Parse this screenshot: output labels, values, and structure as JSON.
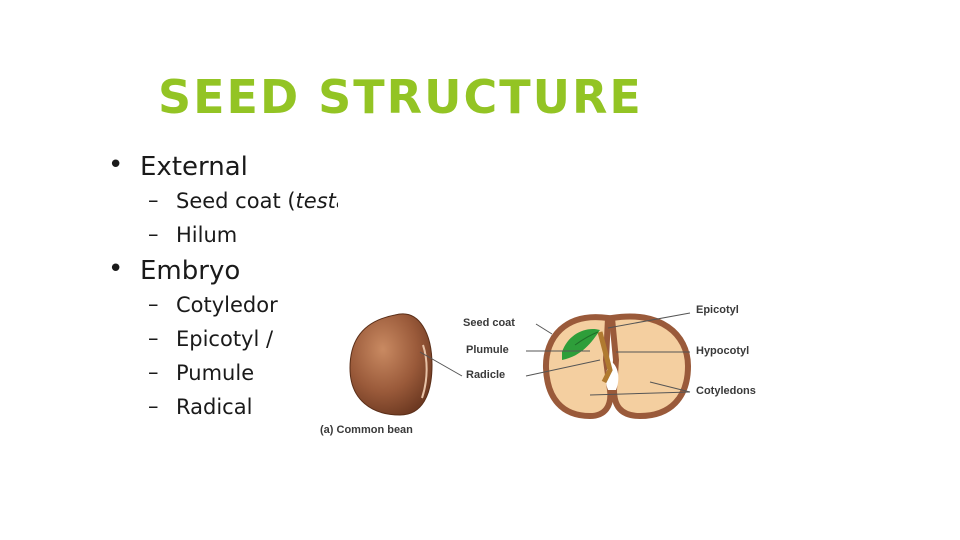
{
  "slide": {
    "title": "SEED STRUCTURE",
    "bullets": [
      {
        "label": "External",
        "subitems": [
          "Seed coat (",
          "testa",
          ")",
          "Hilum"
        ]
      },
      {
        "label": "Embryo",
        "subitems": [
          "Cotyledor",
          "Epicotyl /",
          "Pumule",
          "Radical"
        ]
      }
    ],
    "bullet_symbol": "•",
    "dash_symbol": "–"
  },
  "figure": {
    "caption": "(a) Common bean",
    "labels": {
      "seed_coat": "Seed coat",
      "plumule": "Plumule",
      "radicle": "Radicle",
      "epicotyl": "Epicotyl",
      "hypocotyl": "Hypocotyl",
      "cotyledons": "Cotyledons"
    },
    "colors": {
      "title": "#93c424",
      "bean_coat": "#9a5a3a",
      "cotyledon_fill": "#f4cfa0",
      "plumule_leaf": "#2e9e3a"
    }
  }
}
